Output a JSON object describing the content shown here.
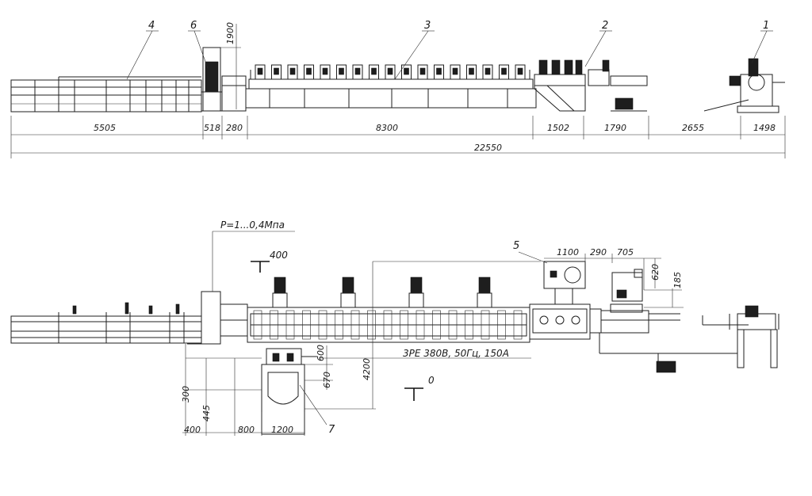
{
  "side_view": {
    "callouts": [
      "1",
      "2",
      "3",
      "4",
      "6"
    ],
    "height_dim": "1900",
    "segment_dims": [
      "5505",
      "518",
      "280",
      "8300",
      "1502",
      "1790",
      "2655",
      "1498"
    ],
    "total_dim": "22550"
  },
  "plan_view": {
    "air_pressure": "P=1...0,4Mпа",
    "section_top": "400",
    "section_bottom": "0",
    "power_spec": "3PE 380В, 50Гц, 150А",
    "callout_5": "5",
    "callout_7": "7",
    "dims": {
      "w1100": "1100",
      "w290": "290",
      "w705": "705",
      "h620": "620",
      "h185": "185",
      "h4200": "4200",
      "h600": "600",
      "h670": "670",
      "h300": "300",
      "h445": "445",
      "w400": "400",
      "w800": "800",
      "w1200": "1200"
    }
  },
  "colors": {
    "ink": "#1f1f1f",
    "paper": "#ffffff"
  }
}
